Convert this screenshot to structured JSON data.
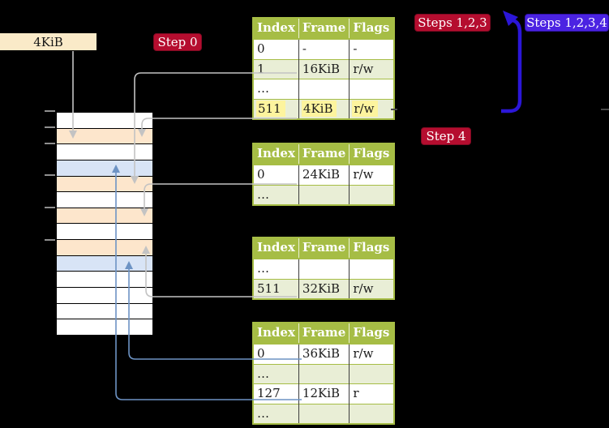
{
  "colors": {
    "accent_green": "#a6bd45",
    "row_green": "#e9eed6",
    "highlight_yellow": "#fdf49e",
    "crimson": "#b50d2f",
    "violet": "#4b23e2",
    "wheat": "#faeac8",
    "peach": "#fde6cc",
    "blue": "#d8e4f6",
    "white": "#ffffff",
    "gray_line": "#c3c3c3",
    "blue_line": "#6d93c4",
    "thick_arrow": "#2b16d8"
  },
  "labels": {
    "frame_size": "4KiB",
    "step0": "Step 0",
    "step4": "Step 4",
    "steps123": "Steps 1,2,3",
    "steps1234": "Steps 1,2,3,4"
  },
  "page_tables": [
    {
      "headers": [
        "Index",
        "Frame",
        "Flags"
      ],
      "rows": [
        {
          "cells": [
            "0",
            "-",
            "-"
          ],
          "shaded": false,
          "highlight": false
        },
        {
          "cells": [
            "1",
            "16KiB",
            "r/w"
          ],
          "shaded": true,
          "highlight": false
        },
        {
          "cells": [
            "…",
            "",
            ""
          ],
          "shaded": false,
          "highlight": false
        },
        {
          "cells": [
            "511",
            "4KiB",
            "r/w"
          ],
          "shaded": true,
          "highlight": true
        }
      ]
    },
    {
      "headers": [
        "Index",
        "Frame",
        "Flags"
      ],
      "rows": [
        {
          "cells": [
            "0",
            "24KiB",
            "r/w"
          ],
          "shaded": false,
          "highlight": false
        },
        {
          "cells": [
            "…",
            "",
            ""
          ],
          "shaded": true,
          "highlight": false
        }
      ]
    },
    {
      "headers": [
        "Index",
        "Frame",
        "Flags"
      ],
      "rows": [
        {
          "cells": [
            "…",
            "",
            ""
          ],
          "shaded": false,
          "highlight": false
        },
        {
          "cells": [
            "511",
            "32KiB",
            "r/w"
          ],
          "shaded": true,
          "highlight": false
        }
      ]
    },
    {
      "headers": [
        "Index",
        "Frame",
        "Flags"
      ],
      "rows": [
        {
          "cells": [
            "0",
            "36KiB",
            "r/w"
          ],
          "shaded": false,
          "highlight": false
        },
        {
          "cells": [
            "…",
            "",
            ""
          ],
          "shaded": true,
          "highlight": false
        },
        {
          "cells": [
            "127",
            "12KiB",
            "r"
          ],
          "shaded": false,
          "highlight": false
        },
        {
          "cells": [
            "…",
            "",
            ""
          ],
          "shaded": true,
          "highlight": false
        }
      ]
    }
  ],
  "memory_stack": {
    "cells": [
      "white",
      "peach",
      "white",
      "blue",
      "peach",
      "white",
      "peach",
      "white",
      "peach",
      "blue",
      "white",
      "white",
      "white",
      "white"
    ]
  }
}
